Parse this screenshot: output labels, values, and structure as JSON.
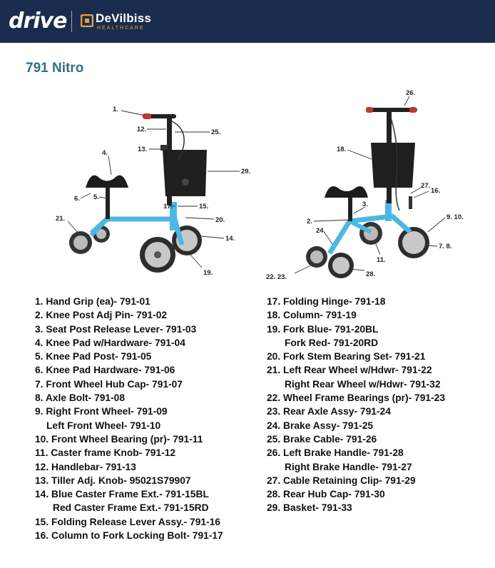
{
  "header": {
    "brand_primary": "drive",
    "brand_secondary": "DeVilbiss",
    "brand_secondary_sub": "HEALTHCARE",
    "bg_color": "#1a2c4d",
    "accent_color": "#e9a23b"
  },
  "title": "791 Nitro",
  "diagram": {
    "front_callouts": [
      "1.",
      "12.",
      "25.",
      "4.",
      "13.",
      "29.",
      "6.",
      "5.",
      "17.",
      "15.",
      "21.",
      "20.",
      "14.",
      "19."
    ],
    "rear_callouts": [
      "26.",
      "18.",
      "27.",
      "16.",
      "3.",
      "2.",
      "9. 10.",
      "24.",
      "7. 8.",
      "11.",
      "22. 23.",
      "28."
    ],
    "frame_color": "#4cb8e2"
  },
  "parts_left": [
    {
      "num": "1.",
      "text": "Hand Grip (ea)- 791-01"
    },
    {
      "num": "2.",
      "text": "Knee Post Adj Pin- 791-02"
    },
    {
      "num": "3.",
      "text": "Seat Post Release Lever- 791-03"
    },
    {
      "num": "4.",
      "text": "Knee Pad w/Hardware- 791-04"
    },
    {
      "num": "5.",
      "text": "Knee Pad Post- 791-05"
    },
    {
      "num": "6.",
      "text": "Knee Pad Hardware- 791-06"
    },
    {
      "num": "7.",
      "text": "Front Wheel Hub Cap- 791-07"
    },
    {
      "num": "8.",
      "text": "Axle Bolt- 791-08"
    },
    {
      "num": "9.",
      "text": "Right Front Wheel- 791-09",
      "sub": "Left Front Wheel- 791-10"
    },
    {
      "num": "10.",
      "text": "Front Wheel Bearing (pr)- 791-11"
    },
    {
      "num": "11.",
      "text": "Caster frame Knob- 791-12"
    },
    {
      "num": "12.",
      "text": "Handlebar- 791-13"
    },
    {
      "num": "13.",
      "text": "Tiller Adj. Knob- 95021S79907"
    },
    {
      "num": "14.",
      "text": "Blue Caster Frame Ext.- 791-15BL",
      "sub": "Red Caster Frame Ext.- 791-15RD"
    },
    {
      "num": "15.",
      "text": "Folding Release Lever Assy.- 791-16"
    },
    {
      "num": "16.",
      "text": "Column to Fork Locking Bolt- 791-17"
    }
  ],
  "parts_right": [
    {
      "num": "17.",
      "text": "Folding Hinge- 791-18"
    },
    {
      "num": "18.",
      "text": "Column- 791-19"
    },
    {
      "num": "19.",
      "text": "Fork Blue- 791-20BL",
      "sub": "Fork Red- 791-20RD"
    },
    {
      "num": "20.",
      "text": "Fork Stem Bearing Set- 791-21"
    },
    {
      "num": "21.",
      "text": "Left Rear Wheel w/Hdwr- 791-22",
      "sub": "Right Rear Wheel w/Hdwr- 791-32"
    },
    {
      "num": "22.",
      "text": "Wheel Frame Bearings (pr)- 791-23"
    },
    {
      "num": "23.",
      "text": "Rear Axle Assy- 791-24"
    },
    {
      "num": "24.",
      "text": "Brake Assy- 791-25"
    },
    {
      "num": "25.",
      "text": "Brake Cable- 791-26"
    },
    {
      "num": "26.",
      "text": "Left Brake Handle- 791-28",
      "sub": "Right Brake Handle- 791-27"
    },
    {
      "num": "27.",
      "text": "Cable Retaining Clip- 791-29"
    },
    {
      "num": "28.",
      "text": "Rear Hub Cap- 791-30"
    },
    {
      "num": "29.",
      "text": "Basket- 791-33"
    }
  ]
}
